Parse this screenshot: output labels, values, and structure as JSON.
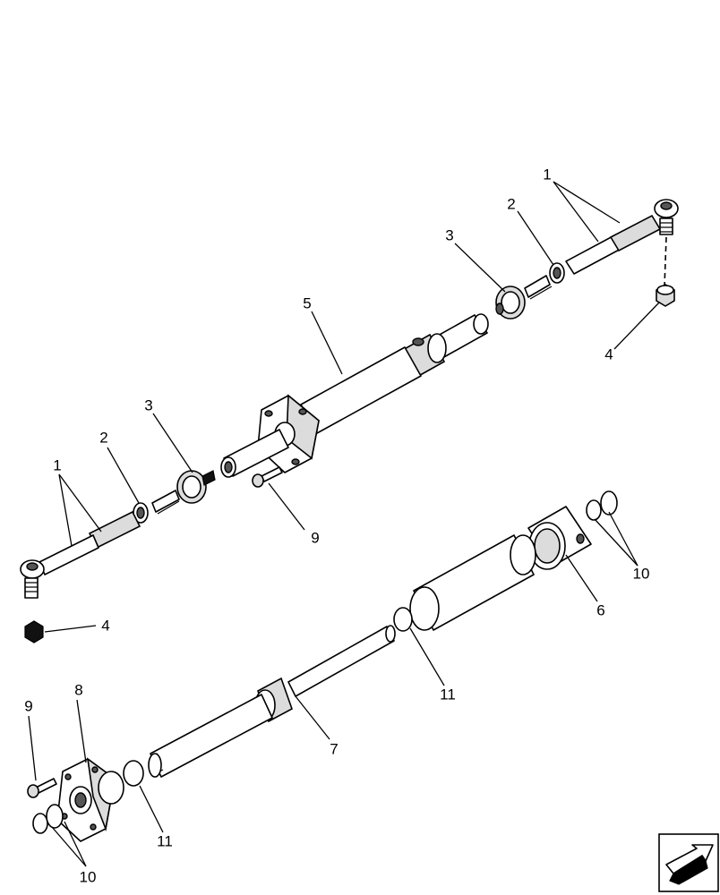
{
  "callouts": {
    "c1_right": "1",
    "c2_right": "2",
    "c3_right": "3",
    "c4_right": "4",
    "c5": "5",
    "c1_left": "1",
    "c2_left": "2",
    "c3_left": "3",
    "c9_top": "9",
    "c4_left": "4",
    "c10_right": "10",
    "c6": "6",
    "c11_mid": "11",
    "c7": "7",
    "c8": "8",
    "c9_bottom": "9",
    "c11_bottom": "11",
    "c10_bottom": "10"
  },
  "nav_icon": "next-page-arrow-icon"
}
